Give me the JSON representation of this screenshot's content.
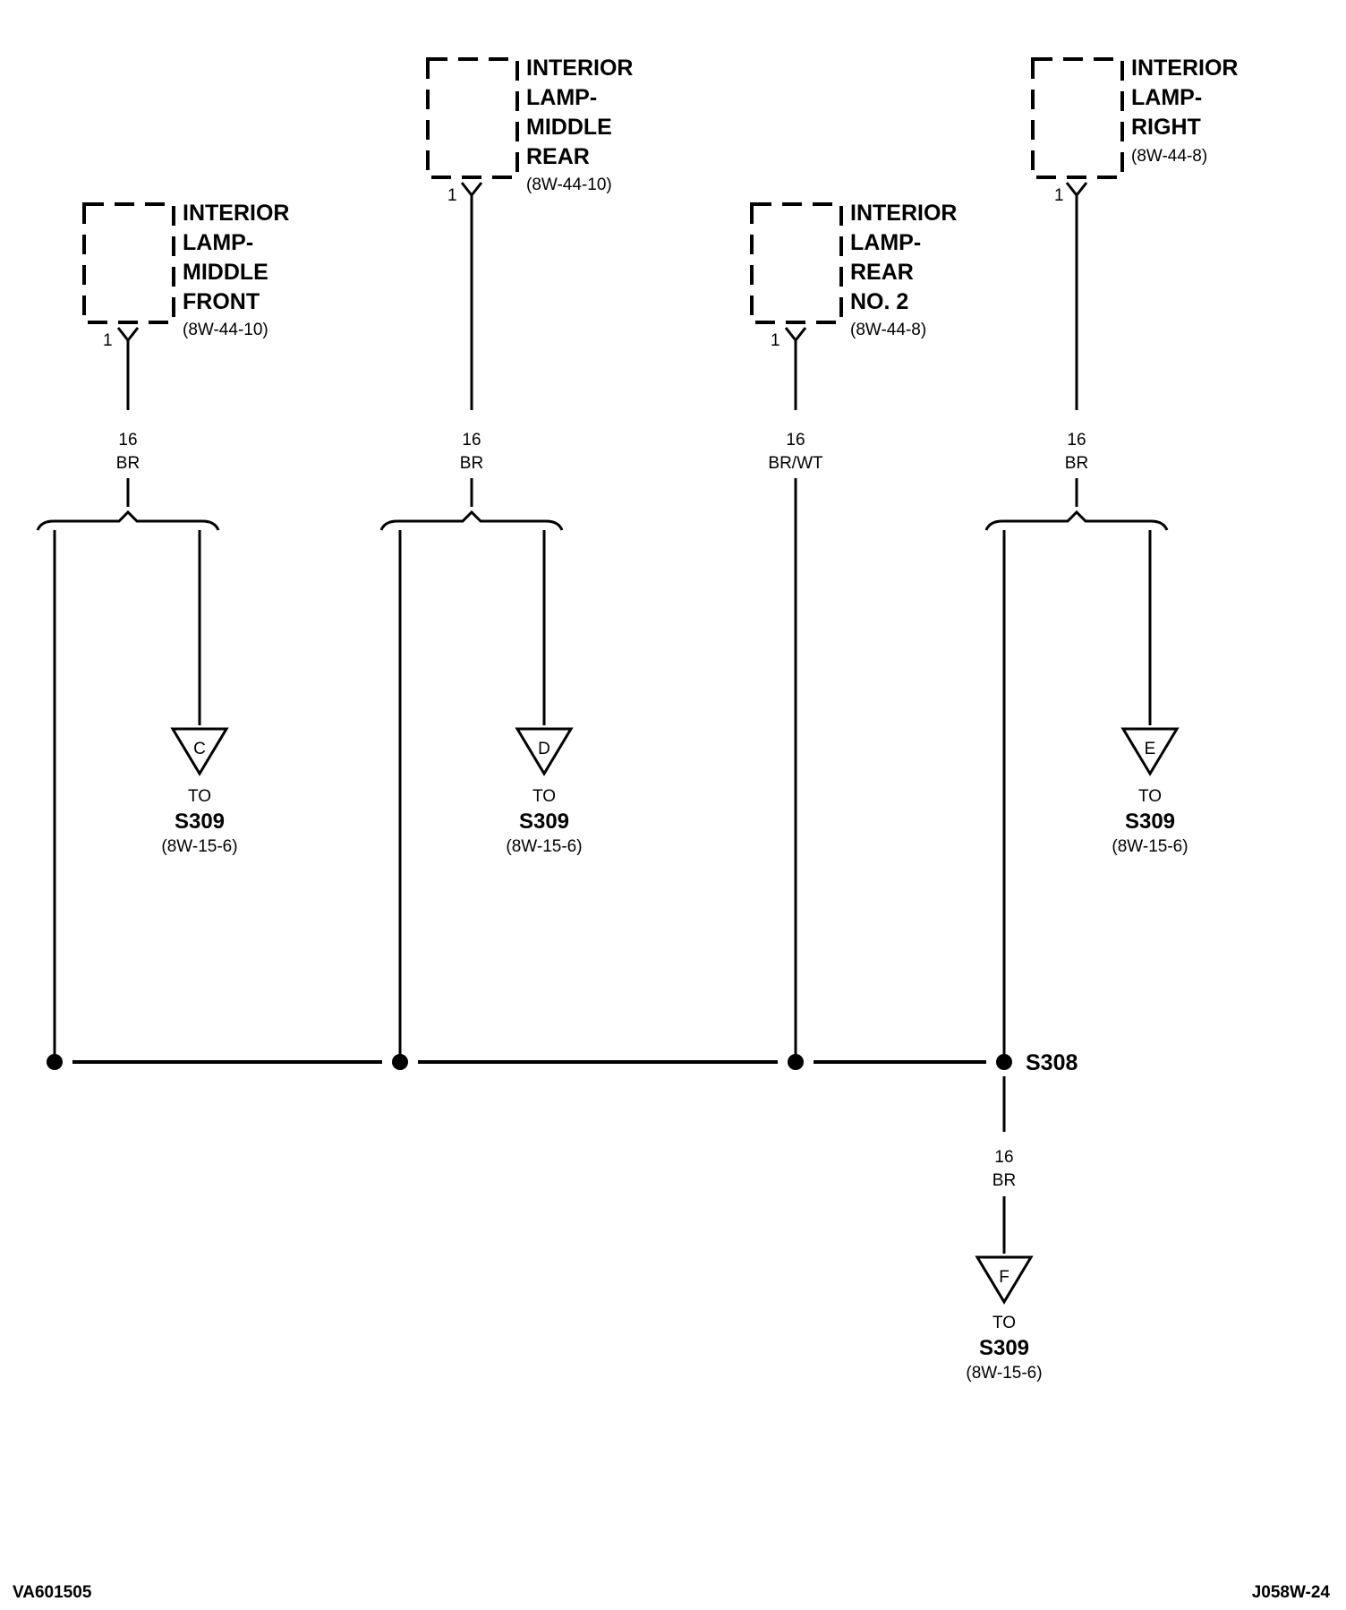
{
  "components": [
    {
      "id": "middle-front",
      "lines": [
        "INTERIOR",
        "LAMP-",
        "MIDDLE",
        "FRONT"
      ],
      "ref": "(8W-44-10)",
      "pin": "1"
    },
    {
      "id": "middle-rear",
      "lines": [
        "INTERIOR",
        "LAMP-",
        "MIDDLE",
        "REAR"
      ],
      "ref": "(8W-44-10)",
      "pin": "1"
    },
    {
      "id": "rear-no2",
      "lines": [
        "INTERIOR",
        "LAMP-",
        "REAR",
        "NO. 2"
      ],
      "ref": "(8W-44-8)",
      "pin": "1"
    },
    {
      "id": "right",
      "lines": [
        "INTERIOR",
        "LAMP-",
        "RIGHT"
      ],
      "ref": "(8W-44-8)",
      "pin": "1"
    }
  ],
  "wires": [
    {
      "gauge": "16",
      "color": "BR"
    },
    {
      "gauge": "16",
      "color": "BR"
    },
    {
      "gauge": "16",
      "color": "BR/WT"
    },
    {
      "gauge": "16",
      "color": "BR"
    },
    {
      "gauge": "16",
      "color": "BR"
    }
  ],
  "connectors": [
    {
      "letter": "C",
      "to": "TO",
      "splice": "S309",
      "ref": "(8W-15-6)"
    },
    {
      "letter": "D",
      "to": "TO",
      "splice": "S309",
      "ref": "(8W-15-6)"
    },
    {
      "letter": "E",
      "to": "TO",
      "splice": "S309",
      "ref": "(8W-15-6)"
    },
    {
      "letter": "F",
      "to": "TO",
      "splice": "S309",
      "ref": "(8W-15-6)"
    }
  ],
  "splice_label": "S308",
  "footer": {
    "left": "VA601505",
    "right": "J058W-24"
  }
}
